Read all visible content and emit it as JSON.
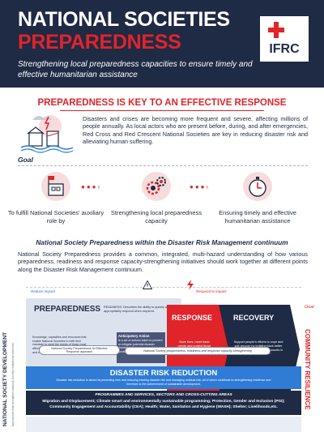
{
  "header": {
    "title_line1": "NATIONAL SOCIETIES",
    "title_line2": "PREPAREDNESS",
    "subtitle": "Strengthening local preparedness capacities to ensure timely and effective humanitarian assistance",
    "logo_text": "IFRC",
    "colors": {
      "navy": "#1f2a44",
      "red": "#e0242a"
    }
  },
  "section1": {
    "title": "PREPAREDNESS IS KEY TO AN EFFECTIVE RESPONSE",
    "intro": "Disasters and crises are becoming more frequent and severe, affecting millions of people annually. As local actors who are present before, during, and after emergencies, Red Cross and Red Crescent National Societies are key in reducing disaster risk and alleviating human suffering."
  },
  "goal": {
    "label": "Goal",
    "items": [
      {
        "icon": "building-flag-icon",
        "text": "To fulfill National Societies' auxiliary role by"
      },
      {
        "icon": "gears-icon",
        "text": "Strengthening local preparedness capacity"
      },
      {
        "icon": "stopwatch-icon",
        "text": "Ensuring timely and effective humanitarian assistance"
      }
    ]
  },
  "dm": {
    "title": "National Society Preparedness within the Disaster Risk Management continuum",
    "text": "National Society Preparedness provides a common, integrated, multi-hazard understanding of how various preparedness, readiness and response capacity-strengthening initiatives should work together at different points along the Disaster Risk Management continuum."
  },
  "diagram": {
    "left_axis": "Reduce impact",
    "right_axis": "Respond to impact",
    "side_left": "NATIONAL SOCIETY DEVELOPMENT",
    "side_left_small": "Approaches that strengthen National Society institutional elements",
    "side_right": "COMMUNITY RESILIENCE",
    "goal_right": "Goal",
    "preparedness": "PREPAREDNESS",
    "readiness": "READINESS: Describes the ability to quickly and appropriately respond when required.",
    "knowledge": "Knowledge, capacities and resources that enable National Societies to fulfil their mandate to meet the needs of those most affected by disasters and crises with timely and effective humanitarian assistance.",
    "anticipatory_title": "Anticipatory Action",
    "anticipatory_text": "is a set of actions taken to prevent or mitigate potential disaster impacts before a shock or before acute impacts are felt.",
    "pill1": "National Society Preparedness for Effective Response approach",
    "pill2": "National Society preparedness, readiness and response capacity-strengthening",
    "response": "RESPONSE",
    "response_text": "Save lives, meet basic needs and protect those affected, while laying the ground for recovery",
    "recovery": "RECOVERY",
    "recovery_text": "Support people's efforts to cope and self-recover by building back better and restoring services and assets in a resilient manner.",
    "drr_title": "DISASTER RISK REDUCTION",
    "drr_text": "Disaster risk reduction is aimed at preventing new and reducing existing disaster risk and managing residual risk, all of which contribute to strengthening resilience and therefore to the achievement of sustainable development.",
    "prog_title": "PROGRAMMES AND SERVICES, SECTORS AND CROSS-CUTTING AREAS",
    "prog_line1": "Migration and Displacement; Climate smart and environmentally sustainable programming; Protection, Gender and Inclusion (PGI);",
    "prog_line2": "Community Engagement and Accountability (CEA); Health; Water, Sanitation and Hygiene (WASH); Shelter; Livelihoods,etc."
  }
}
